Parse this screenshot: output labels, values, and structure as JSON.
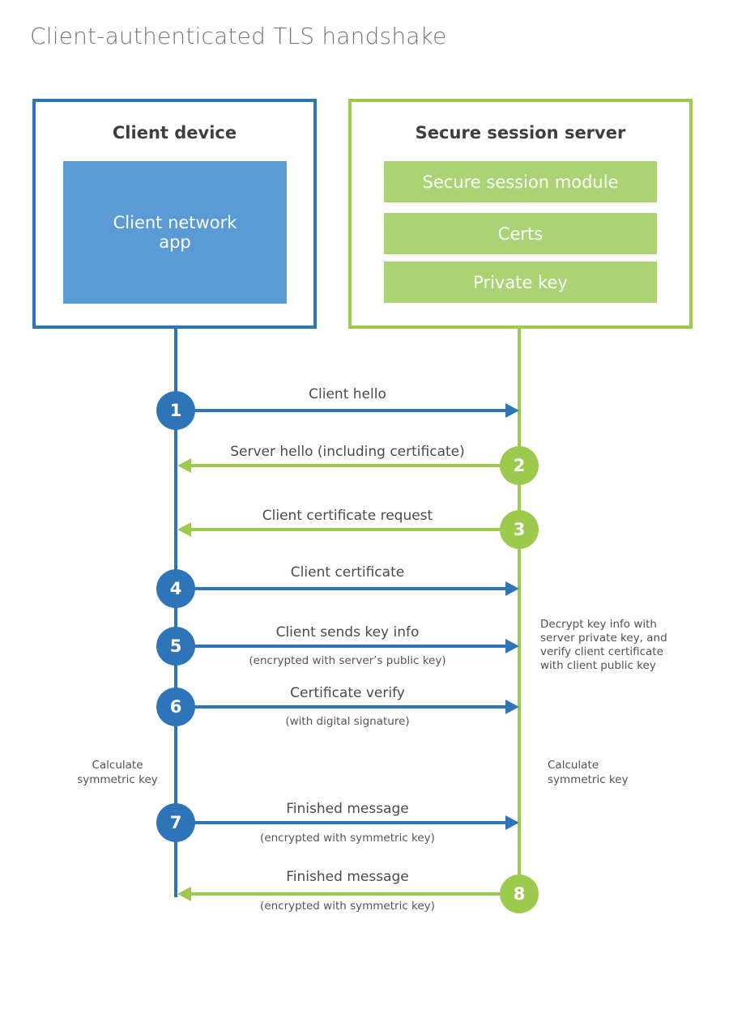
{
  "title": "Client-authenticated TLS handshake",
  "client_box": {
    "title": "Client device",
    "app_label": "Client network\napp"
  },
  "server_box": {
    "title": "Secure session server",
    "modules": {
      "module1": "Secure session module",
      "module2": "Certs",
      "module3": "Private key"
    }
  },
  "colors": {
    "blue": "#2e75b8",
    "light_blue": "#5b9bd5",
    "green": "#9bca4c",
    "light_green": "#abd373"
  },
  "arrows": [
    {
      "num": "1",
      "label": "Client hello",
      "sublabel": "",
      "direction": "right",
      "color": "blue"
    },
    {
      "num": "2",
      "label": "Server hello (including certificate)",
      "sublabel": "",
      "direction": "left",
      "color": "green"
    },
    {
      "num": "3",
      "label": "Client certificate request",
      "sublabel": "",
      "direction": "left",
      "color": "green"
    },
    {
      "num": "4",
      "label": "Client certificate",
      "sublabel": "",
      "direction": "right",
      "color": "blue"
    },
    {
      "num": "5",
      "label": "Client sends key info",
      "sublabel": "(encrypted with server’s public key)",
      "direction": "right",
      "color": "blue"
    },
    {
      "num": "6",
      "label": "Certificate verify",
      "sublabel": "(with digital signature)",
      "direction": "right",
      "color": "blue"
    },
    {
      "num": "7",
      "label": "Finished message",
      "sublabel": "(encrypted with symmetric key)",
      "direction": "right",
      "color": "blue"
    },
    {
      "num": "8",
      "label": "Finished message",
      "sublabel": "(encrypted with symmetric key)",
      "direction": "left",
      "color": "green"
    }
  ],
  "annotations": {
    "decrypt_note": "Decrypt key info with\nserver private key, and\nverify client certificate\nwith client public key",
    "calc_left": "Calculate\nsymmetric key",
    "calc_right": "Calculate\nsymmetric key"
  }
}
